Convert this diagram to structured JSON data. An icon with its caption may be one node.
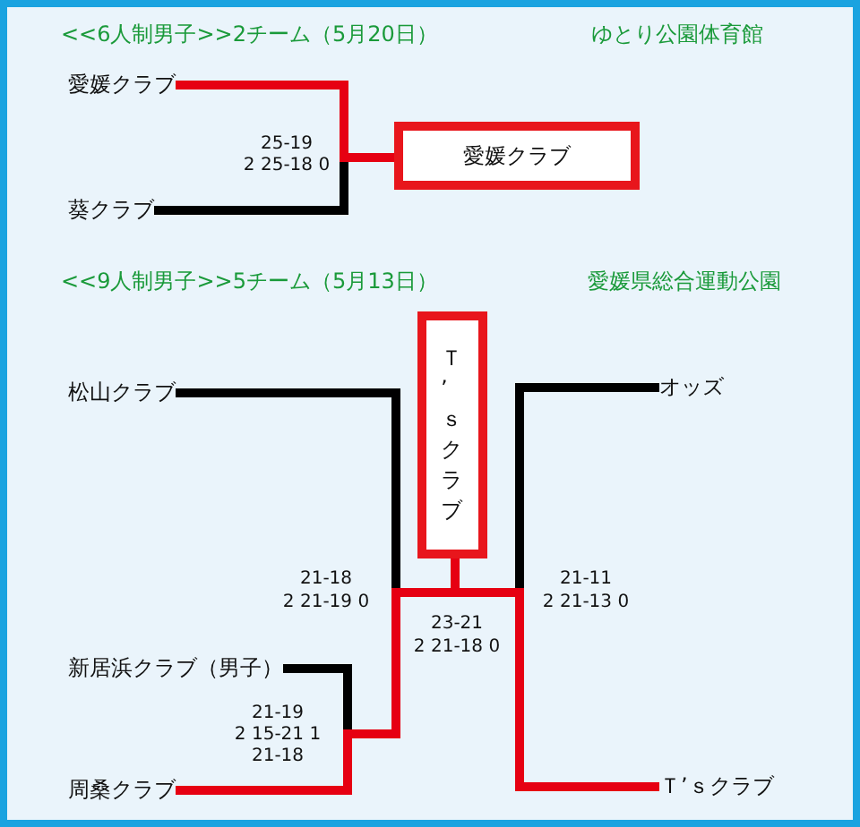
{
  "diagram": {
    "nodes": [
      {
        "text": [
          "愛媛クラブ"
        ]
      },
      {
        "text": [
          "葵クラブ"
        ]
      },
      {
        "text": [
          "愛媛クラブ"
        ]
      },
      {
        "text": [
          "松山クラブ"
        ]
      },
      {
        "text": [
          "新居浜クラブ（男子）"
        ]
      },
      {
        "text": [
          "周桑クラブ"
        ]
      },
      {
        "text": [
          "Ｔ’ｓクラブ"
        ]
      },
      {
        "text": [
          "オッズ"
        ]
      },
      {
        "text": [
          "Ｔ’ｓクラブ"
        ]
      }
    ],
    "edges": [
      {
        "from": 0,
        "to": 2,
        "arrow": "none",
        "color": "#e60012"
      },
      {
        "from": 1,
        "to": 2,
        "arrow": "none"
      },
      {
        "from": 3,
        "to": 6,
        "arrow": "none"
      },
      {
        "from": 4,
        "to": 6,
        "arrow": "none"
      },
      {
        "from": 5,
        "to": 6,
        "arrow": "none",
        "color": "#e60012"
      },
      {
        "from": 7,
        "to": 6,
        "arrow": "none"
      },
      {
        "from": 8,
        "to": 6,
        "arrow": "none",
        "color": "#e60012"
      }
    ],
    "labels": [
      "<<6人制男子>>2チーム（5月20日）",
      "ゆとり公園体育館",
      "25-19",
      "2 25-18 0",
      "<<9人制男子>>5チーム（5月13日）",
      "愛媛県総合運動公園",
      "21-18",
      "2 21-19 0",
      "23-21",
      "2 21-18 0",
      "21-11",
      "2 21-13 0",
      "21-19",
      "2 15-21 1",
      "21-18"
    ]
  }
}
